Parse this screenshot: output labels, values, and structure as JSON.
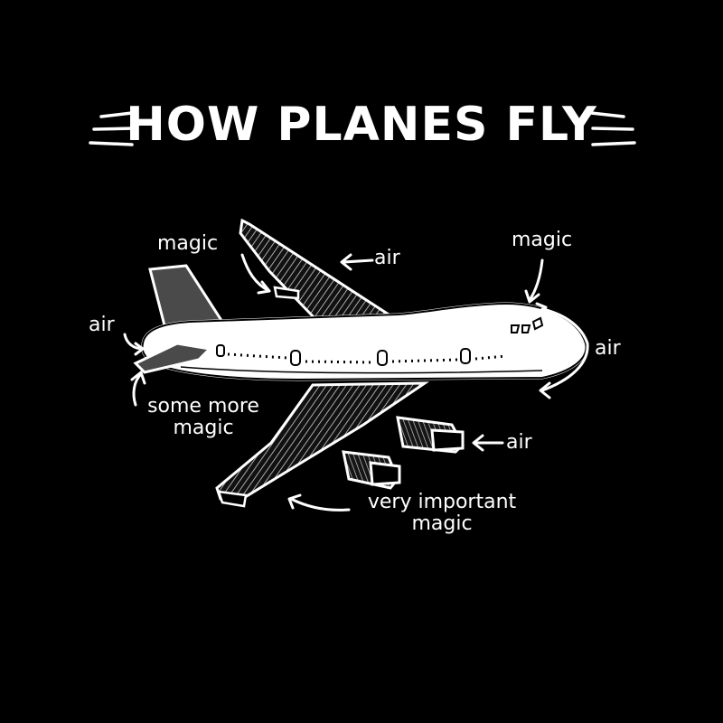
{
  "title": "HOW PLANES FLY",
  "colors": {
    "background": "#000000",
    "ink": "#ffffff",
    "shade": "#4a4a4a"
  },
  "labels": {
    "magic_top_left": "magic",
    "air_top_wing": "air",
    "magic_top_right": "magic",
    "air_left": "air",
    "air_right": "air",
    "some_more_magic_line1": "some more",
    "some_more_magic_line2": "magic",
    "air_engine": "air",
    "very_important_line1": "very important",
    "very_important_line2": "magic"
  },
  "icons": [
    "airplane-drawing",
    "arrow-icon",
    "speed-lines-icon"
  ]
}
